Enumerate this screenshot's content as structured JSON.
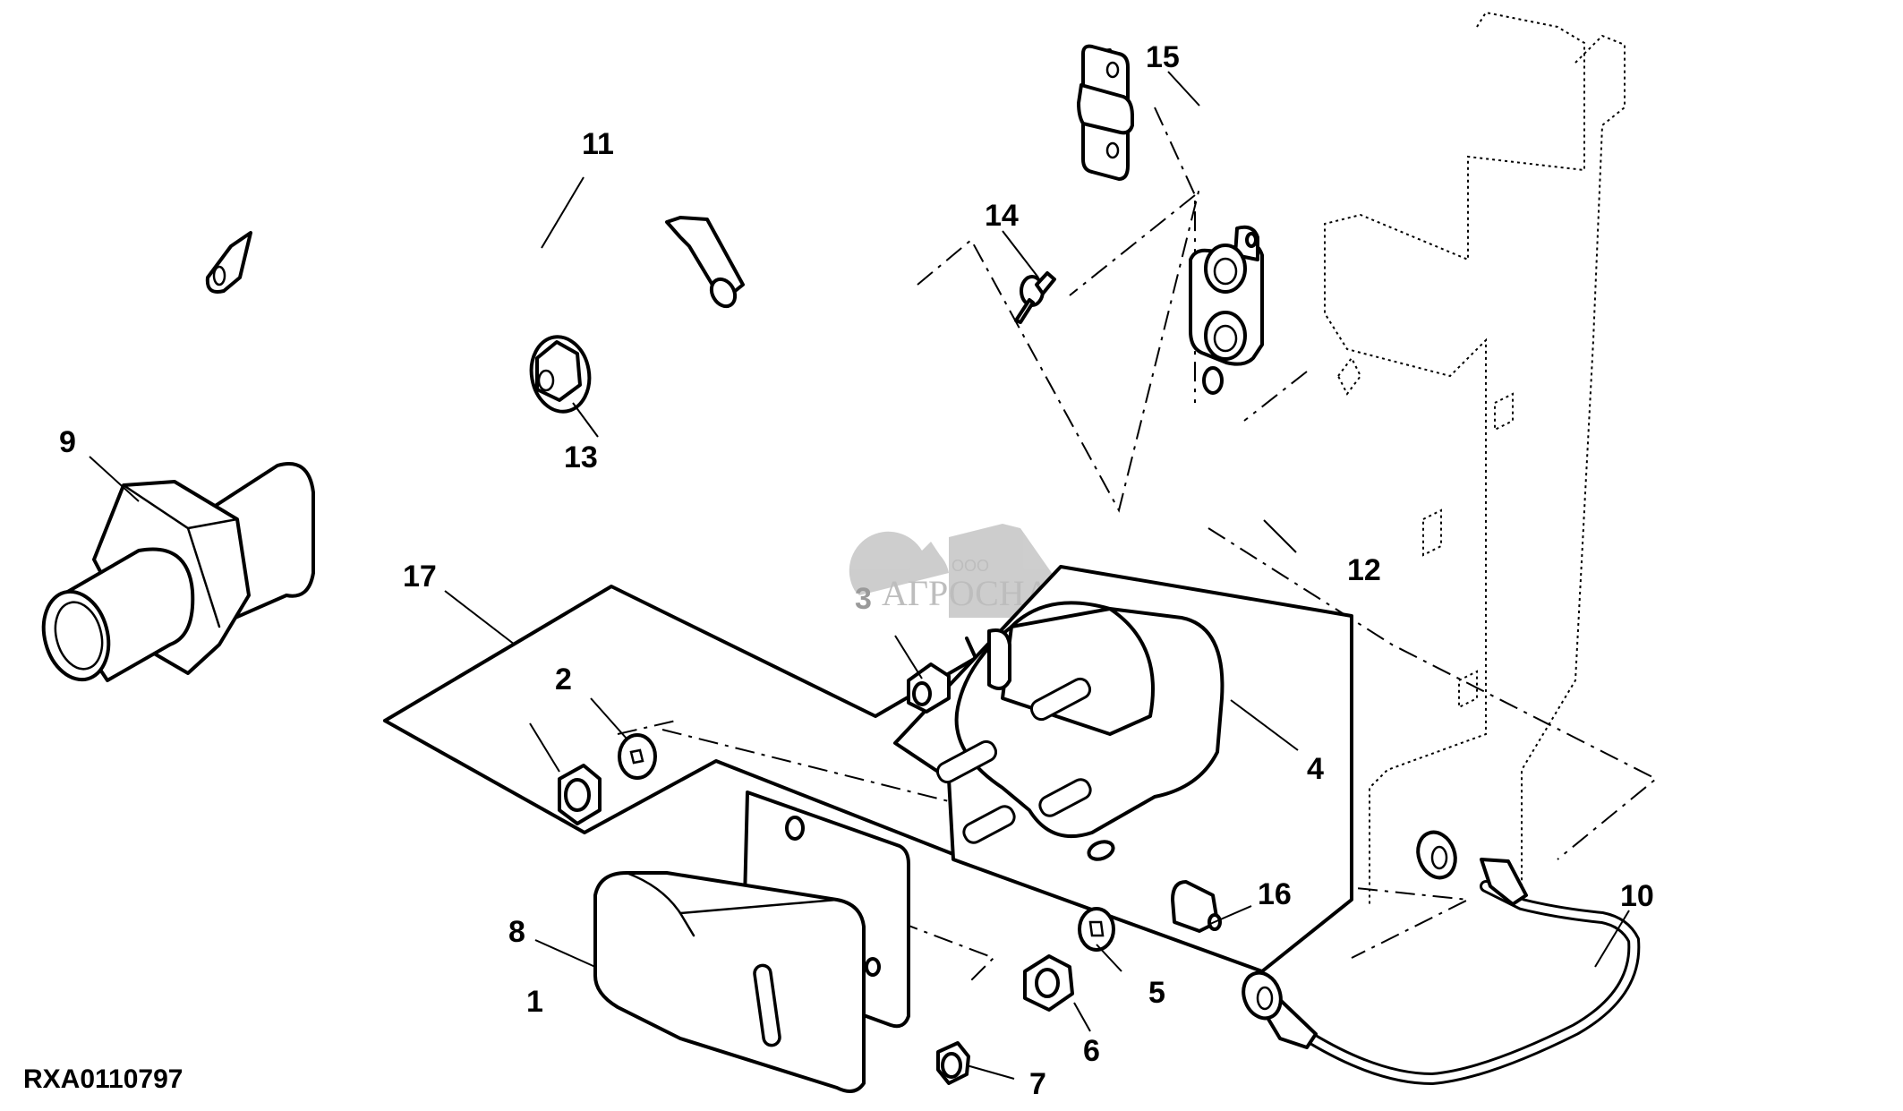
{
  "diagram": {
    "title": "Battery disconnect / solenoid assembly exploded view",
    "figure_code": "RXA0110797",
    "callouts": [
      {
        "id": "1",
        "label": "1"
      },
      {
        "id": "2",
        "label": "2"
      },
      {
        "id": "3",
        "label": "3"
      },
      {
        "id": "4",
        "label": "4"
      },
      {
        "id": "5",
        "label": "5"
      },
      {
        "id": "6",
        "label": "6"
      },
      {
        "id": "7",
        "label": "7"
      },
      {
        "id": "8",
        "label": "8"
      },
      {
        "id": "9",
        "label": "9"
      },
      {
        "id": "10",
        "label": "10"
      },
      {
        "id": "11",
        "label": "11"
      },
      {
        "id": "12",
        "label": "12"
      },
      {
        "id": "13",
        "label": "13"
      },
      {
        "id": "14",
        "label": "14"
      },
      {
        "id": "15",
        "label": "15"
      },
      {
        "id": "16",
        "label": "16"
      },
      {
        "id": "17",
        "label": "17"
      }
    ],
    "watermark": {
      "company_prefix": "ООО",
      "company_name": "АГРОСНАБ"
    }
  }
}
